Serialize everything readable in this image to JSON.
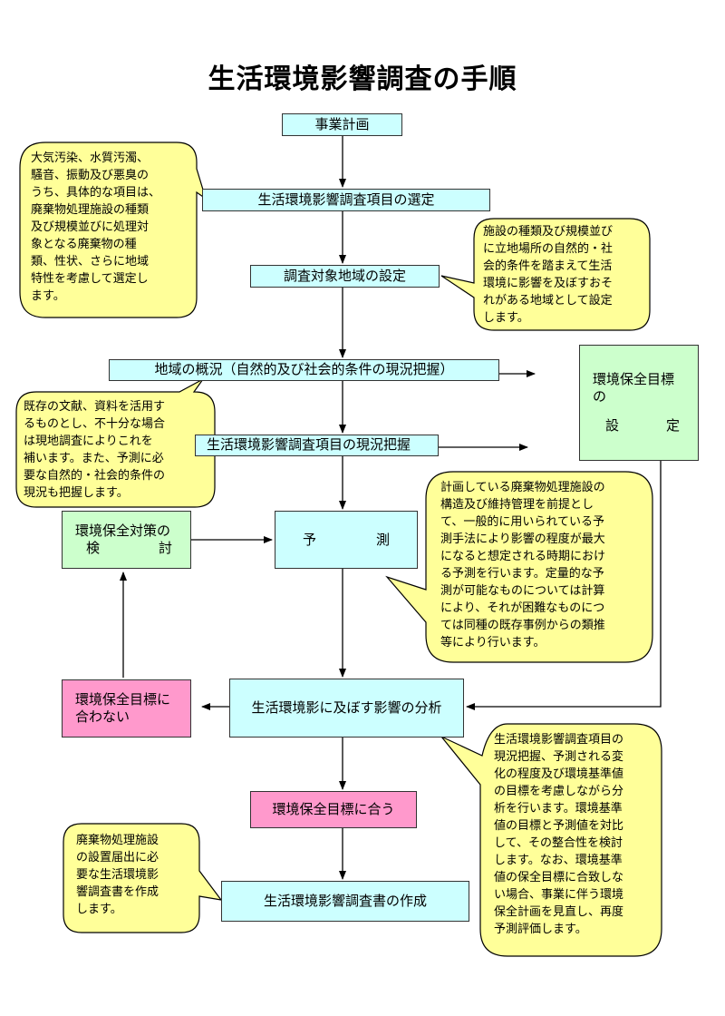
{
  "title": "生活環境影響調査の手順",
  "flow": {
    "jigyou": "事業計画",
    "koumoku_sentei": "生活環境影響調査項目の選定",
    "chiiki_settei": "調査対象地域の設定",
    "chiiki_gaikyou": "地域の概況（自然的及び社会的条件の現況把握）",
    "koumoku_haaku": "生活環境影響調査項目の現況把握",
    "yosoku": {
      "a": "予",
      "b": "測"
    },
    "bunseki": "生活環境影に及ぼす影響の分析",
    "au": "環境保全目標に合う",
    "sakusei": "生活環境影響調査書の作成",
    "mokuhyou_settei": {
      "l1": "環境保全目標の",
      "l2a": "設",
      "l2b": "定"
    },
    "taisaku": {
      "l1": "環境保全対策の",
      "l2a": "検",
      "l2b": "討"
    },
    "awanai": {
      "l1": "環境保全目標に",
      "l2": "合わない"
    }
  },
  "notes": {
    "n1": [
      "大気汚染、水質汚濁、",
      "騒音、振動及び悪臭の",
      "うち、具体的な項目は、",
      "廃棄物処理施設の種類",
      "及び規模並びに処理対",
      "象となる廃棄物の種",
      "類、性状、さらに地域",
      "特性を考慮して選定し",
      "ます。"
    ],
    "n2": [
      "施設の種類及び規模並び",
      "に立地場所の自然的・社",
      "会的条件を踏まえて生活",
      "環境に影響を及ぼすおそ",
      "れがある地域として設定",
      "します。"
    ],
    "n3": [
      "既存の文献、資料を活用す",
      "るものとし、不十分な場合",
      "は現地調査によりこれを",
      "補います。また、予測に必",
      "要な自然的・社会的条件の",
      "現況も把握します。"
    ],
    "n4": [
      "計画している廃棄物処理施設の",
      "構造及び維持管理を前提とし",
      "て、一般的に用いられている予",
      "測手法により影響の程度が最大",
      "になると想定される時期におけ",
      "る予測を行います。定量的な予",
      "測が可能なものについては計算",
      "により、それが困難なものにつ",
      "ては同種の既存事例からの類推",
      "等により行います。"
    ],
    "n5": [
      "生活環境影響調査項目の",
      "現況把握、予測される変",
      "化の程度及び環境基準値",
      "の目標を考慮しながら分",
      "析を行います。環境基準",
      "値の目標と予測値を対比",
      "して、その整合性を検討",
      "します。なお、環境基準",
      "値の保全目標に合致しな",
      "い場合、事業に伴う環境",
      "保全計画を見直し、再度",
      "予測評価します。"
    ],
    "n6": [
      "廃棄物処理施設",
      "の設置届出に必",
      "要な生活環境影",
      "響調査書を作成",
      "します。"
    ]
  },
  "colors": {
    "cyan": "#ccffff",
    "green": "#ccffcc",
    "pink": "#ff99cc",
    "note": "#ffff99"
  }
}
